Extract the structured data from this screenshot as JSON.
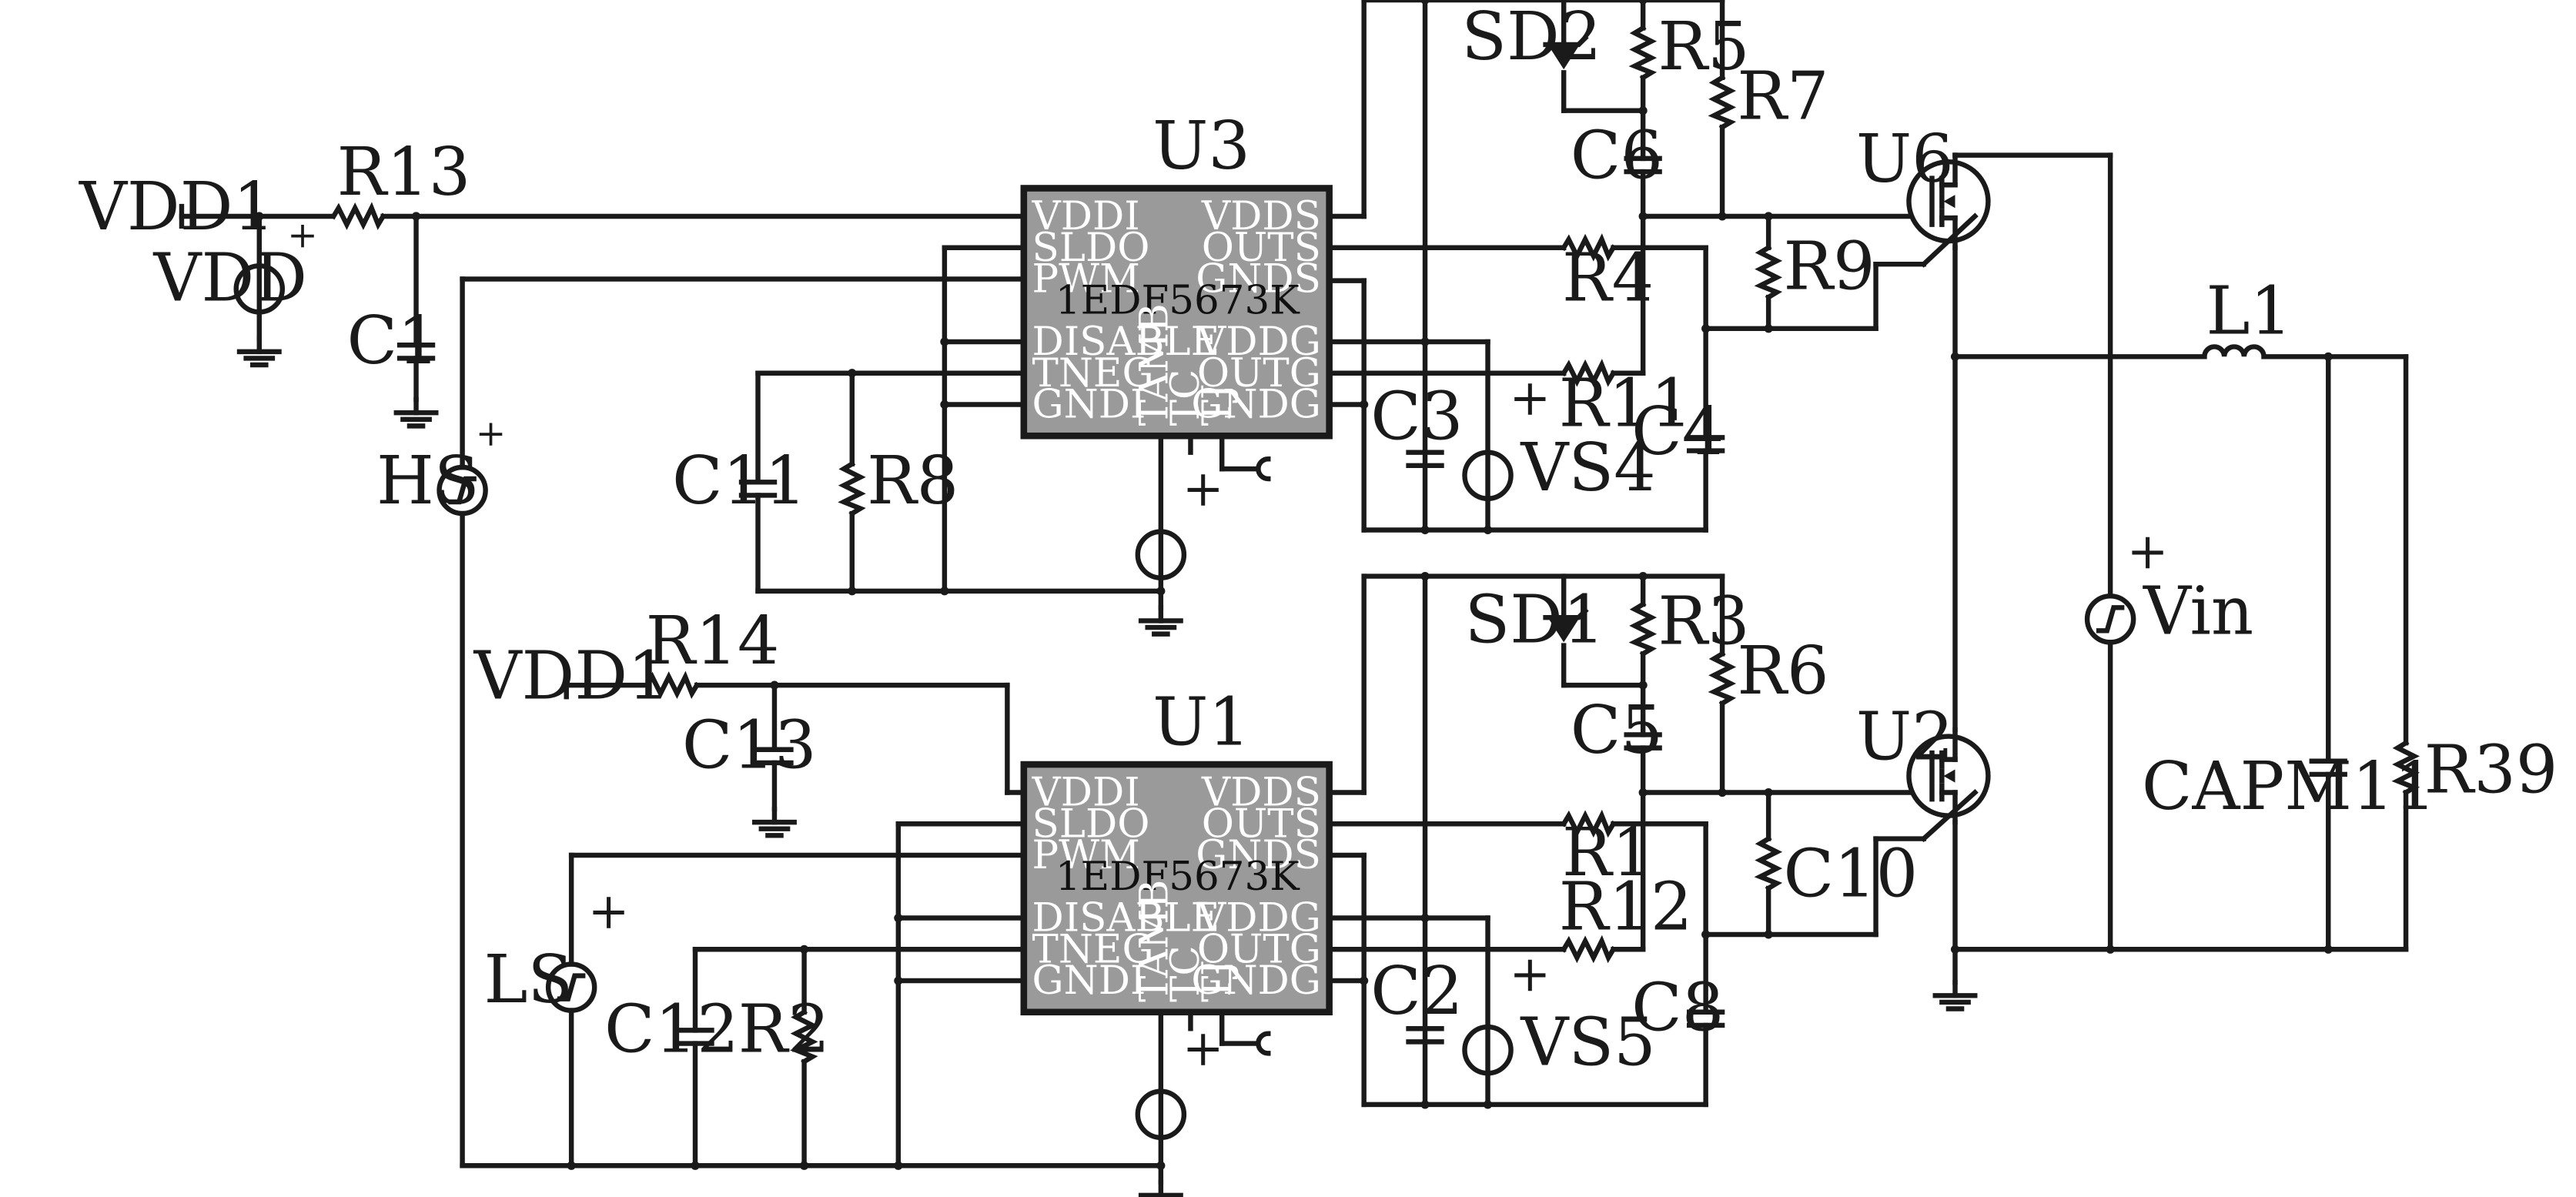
{
  "labels": {
    "vdd1_top": "VDD1",
    "vdd_source": "VDD",
    "r13": "R13",
    "c1": "C1",
    "hs": "HS",
    "u3": "U3",
    "sd2": "SD2",
    "r5": "R5",
    "r7": "R7",
    "c6": "C6",
    "r4": "R4",
    "r9": "R9",
    "r11": "R11",
    "c4": "C4",
    "c3": "C3",
    "vs4": "VS4",
    "c11": "C11",
    "r8": "R8",
    "u6": "U6",
    "l1": "L1",
    "vin": "Vin",
    "capm11": "CAPM11",
    "r39": "R39",
    "vdd1_bot": "VDD1",
    "r14": "R14",
    "c13": "C13",
    "u1": "U1",
    "sd1": "SD1",
    "r3": "R3",
    "r6": "R6",
    "c5": "C5",
    "u2": "U2",
    "r1": "R1",
    "c10": "C10",
    "r12": "R12",
    "c8": "C8",
    "c2": "C2",
    "vs5": "VS5",
    "ls": "LS",
    "c12": "C12",
    "r2": "R2",
    "plus": "+"
  },
  "chip": {
    "part": "1EDF5673K",
    "left_pins": [
      "VDDI",
      "SLDO",
      "PWM",
      "DISABLE",
      "TNEG",
      "GNDI"
    ],
    "right_pins": [
      "VDDS",
      "OUTS",
      "GNDS",
      "VDDG",
      "OUTG",
      "GNDG"
    ],
    "bottom_pins": [
      "TAMB",
      "TC",
      "TJ"
    ]
  }
}
